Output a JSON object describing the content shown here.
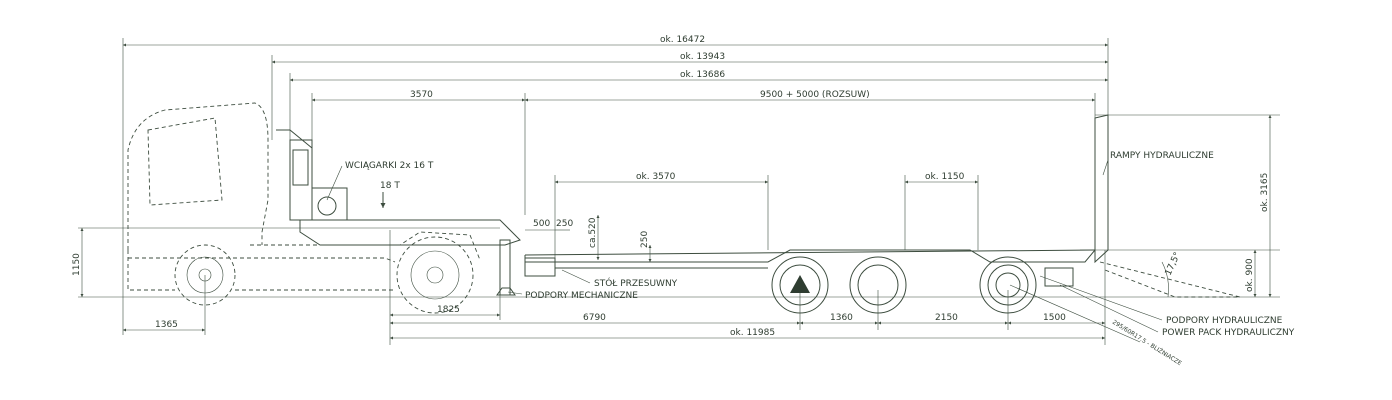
{
  "dimensions": {
    "overall_length": "ok. 16472",
    "length_2": "ok. 13943",
    "length_3": "ok. 13686",
    "gooseneck": "3570",
    "extension": "9500 + 5000 (ROZSUW)",
    "deck_section": "ok. 3570",
    "wheel_section": "ok. 1150",
    "d500": "500",
    "d250a": "250",
    "ca520": "ca.520",
    "d250b": "250",
    "front_height": "1150",
    "front_overhang": "1365",
    "kingpin_support": "1825",
    "kingpin_axle": "6790",
    "axle_1_2": "1360",
    "axle_2_3": "2150",
    "rear_overhang": "1500",
    "trailer_length": "ok. 11985",
    "total_height": "ok. 3165",
    "deck_height": "ok. 900",
    "ramp_angle": "17,5°"
  },
  "labels": {
    "winches": "WCIĄGARKI 2x 16 T",
    "load": "18 T",
    "ramps": "RAMPY HYDRAULICZNE",
    "sliding_table": "STÓŁ PRZESUWNY",
    "mech_supports": "PODPORY MECHANICZNE",
    "hyd_supports": "PODPORY HYDRAULICZNE",
    "power_pack": "POWER PACK HYDRAULICZNY",
    "tyres": "295/60R17.5 - BLIŹNIACZE"
  },
  "colors": {
    "line": "#3d4d3f"
  }
}
